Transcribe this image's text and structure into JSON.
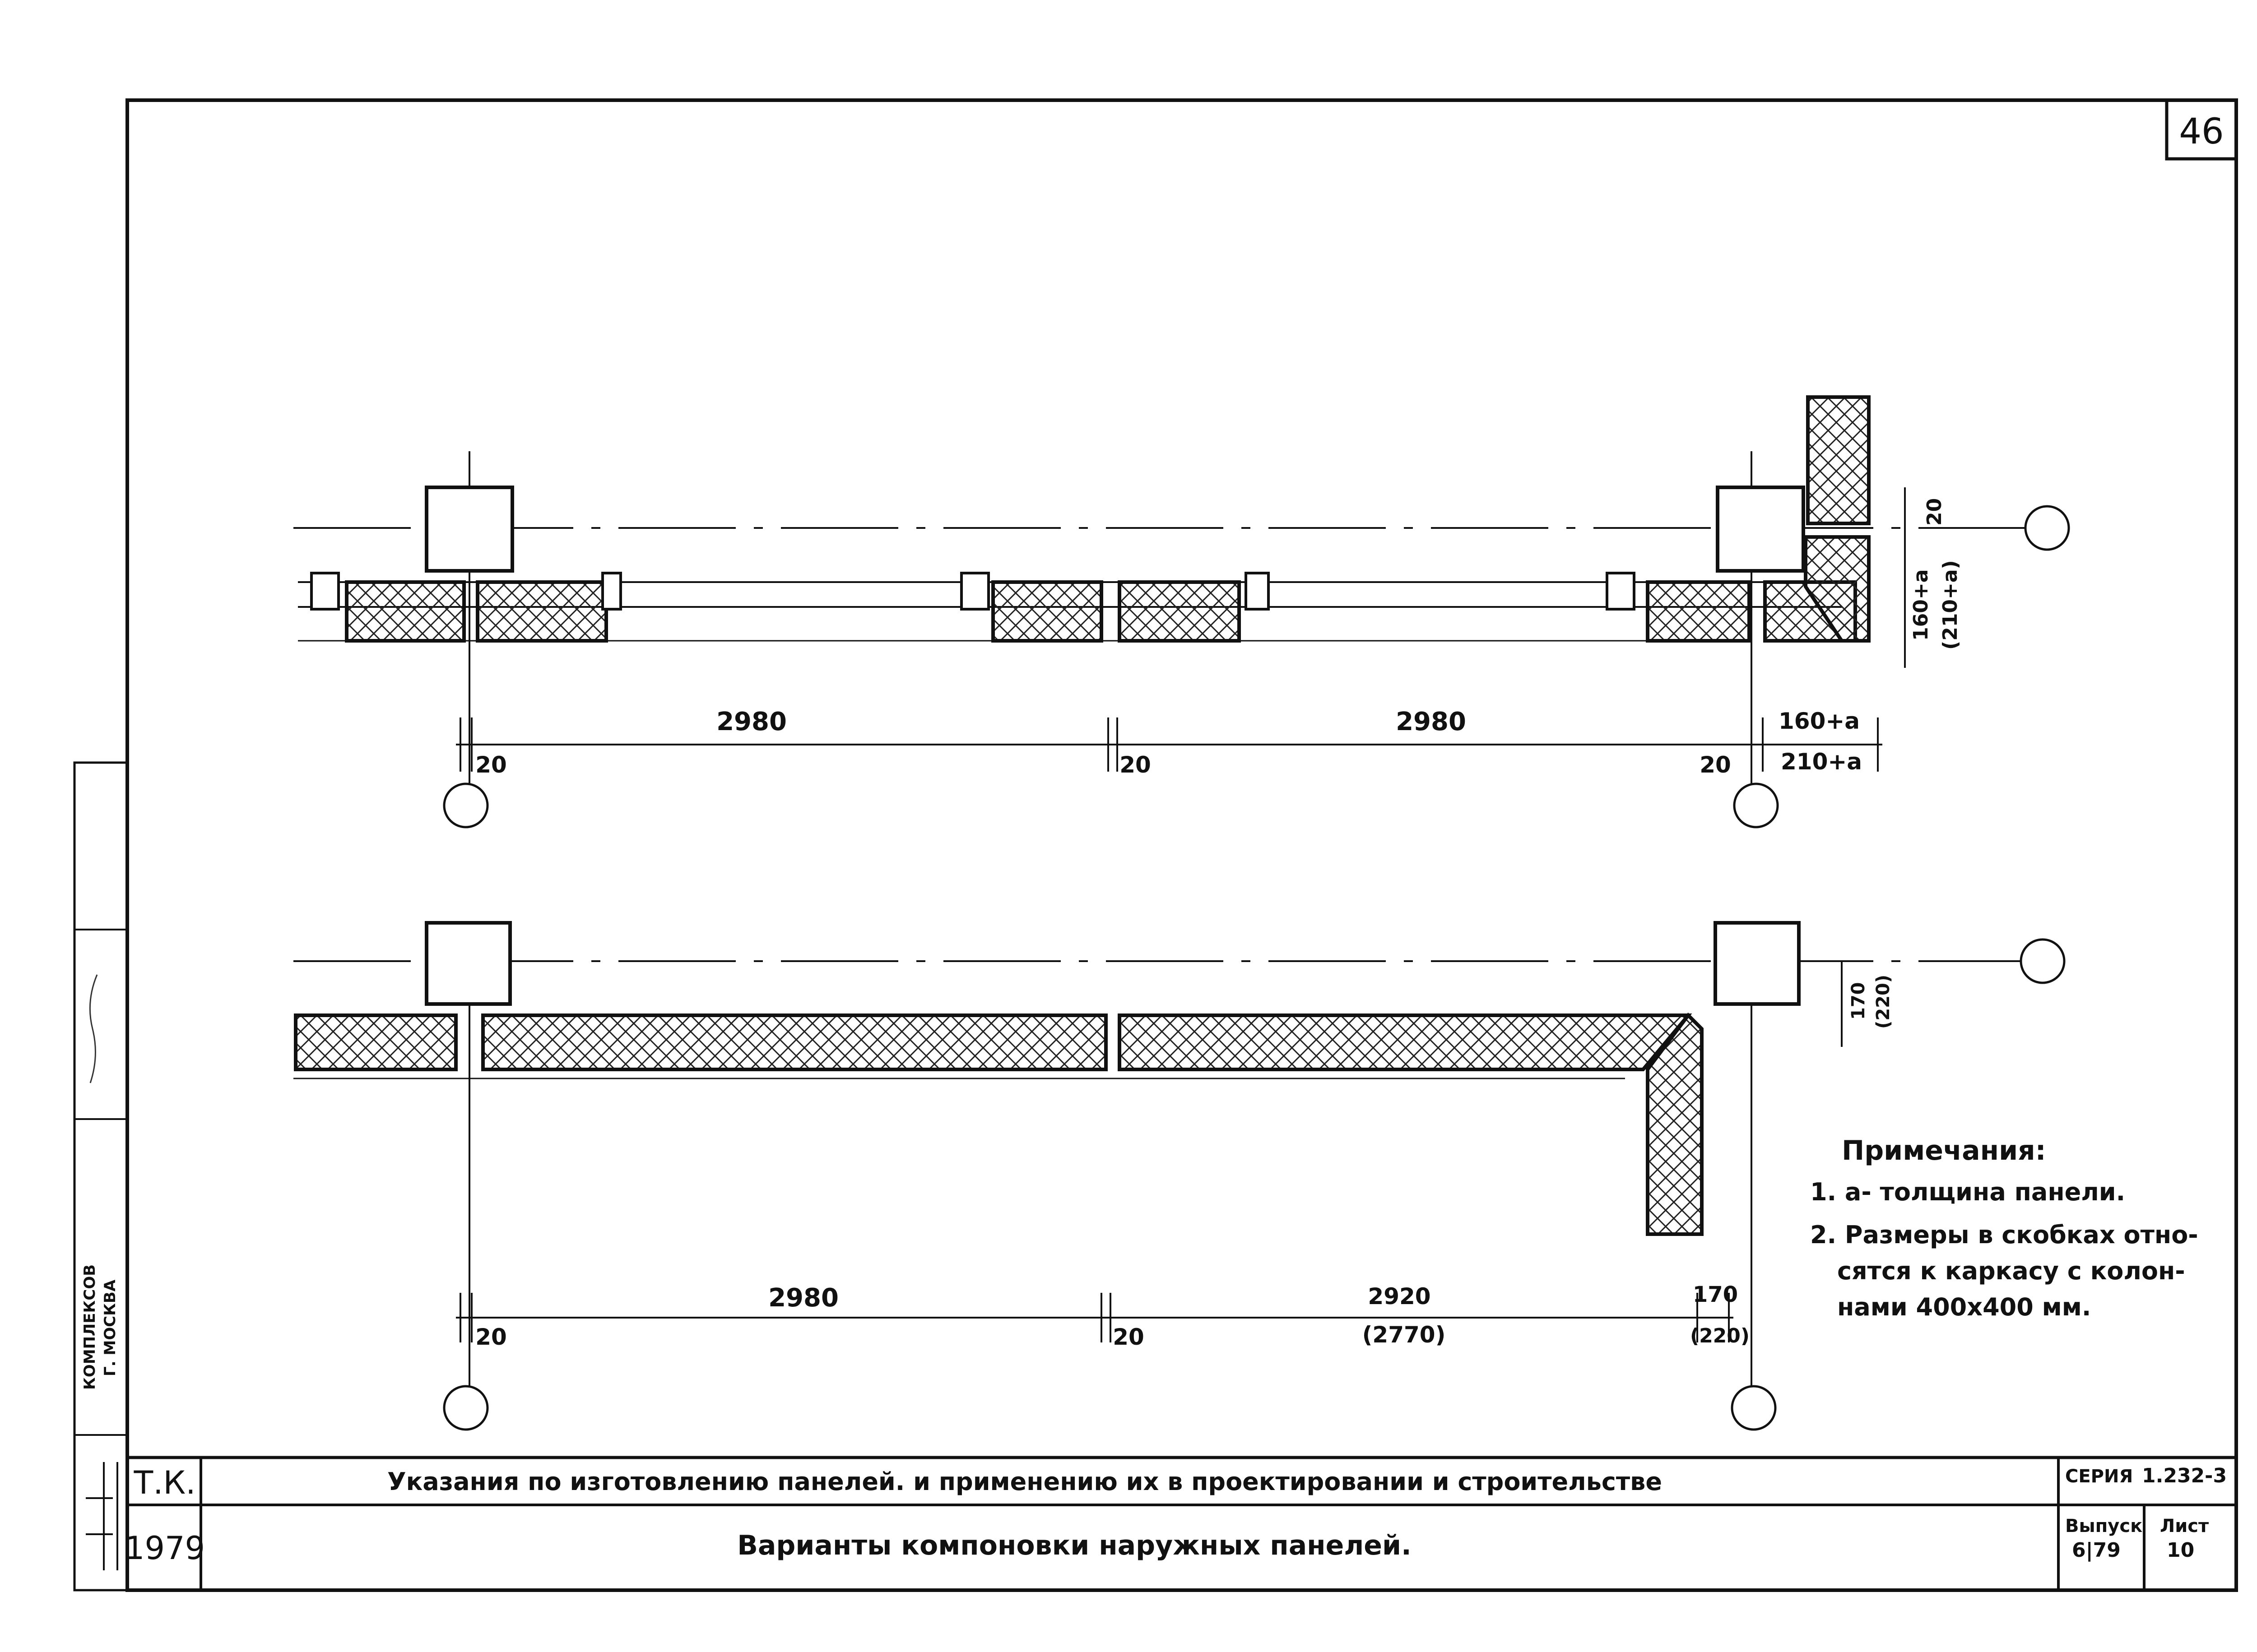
{
  "sheet": {
    "corner_number": "46"
  },
  "side_stamp": {
    "org_line1": "КОМПЛЕКСОВ",
    "org_line2": "Г. МОСКВА"
  },
  "plan_top": {
    "dims": {
      "span1": "2980",
      "span2": "2980",
      "gap1": "20",
      "gap2": "20",
      "gap3": "20",
      "corner_dim": "160+a",
      "corner_dim_alt": "210+a",
      "v_dim_20": "20",
      "v_dim_main": "160+a",
      "v_dim_alt": "(210+a)"
    }
  },
  "plan_bottom": {
    "dims": {
      "span1": "2980",
      "span2": "2920",
      "span2_alt": "(2770)",
      "gap1": "20",
      "gap2": "20",
      "end_dim": "170",
      "end_dim_alt": "(220)",
      "v_dim": "170",
      "v_dim_alt": "(220)"
    }
  },
  "notes": {
    "title": "Примечания:",
    "items": [
      "1. a- толщина панели.",
      "2. Размеры в скобках относятся к каркасу с колоннами 400х400мм."
    ],
    "item2_lines": [
      "2. Размеры в скобках отно-",
      "сятся к каркасу с колон-",
      "нами 400х400 мм."
    ]
  },
  "title_block": {
    "org": "Т.К.",
    "year": "1979",
    "doc_title": "Указания по изготовлению панелей. и применению их в проектировании и строительстве",
    "sheet_title": "Варианты компоновки наружных панелей.",
    "series_label": "СЕРИЯ",
    "series_value": "1.232-3",
    "issue_label": "Выпуск",
    "issue_value": "6|79",
    "sheet_label": "Лист",
    "sheet_value": "10"
  }
}
